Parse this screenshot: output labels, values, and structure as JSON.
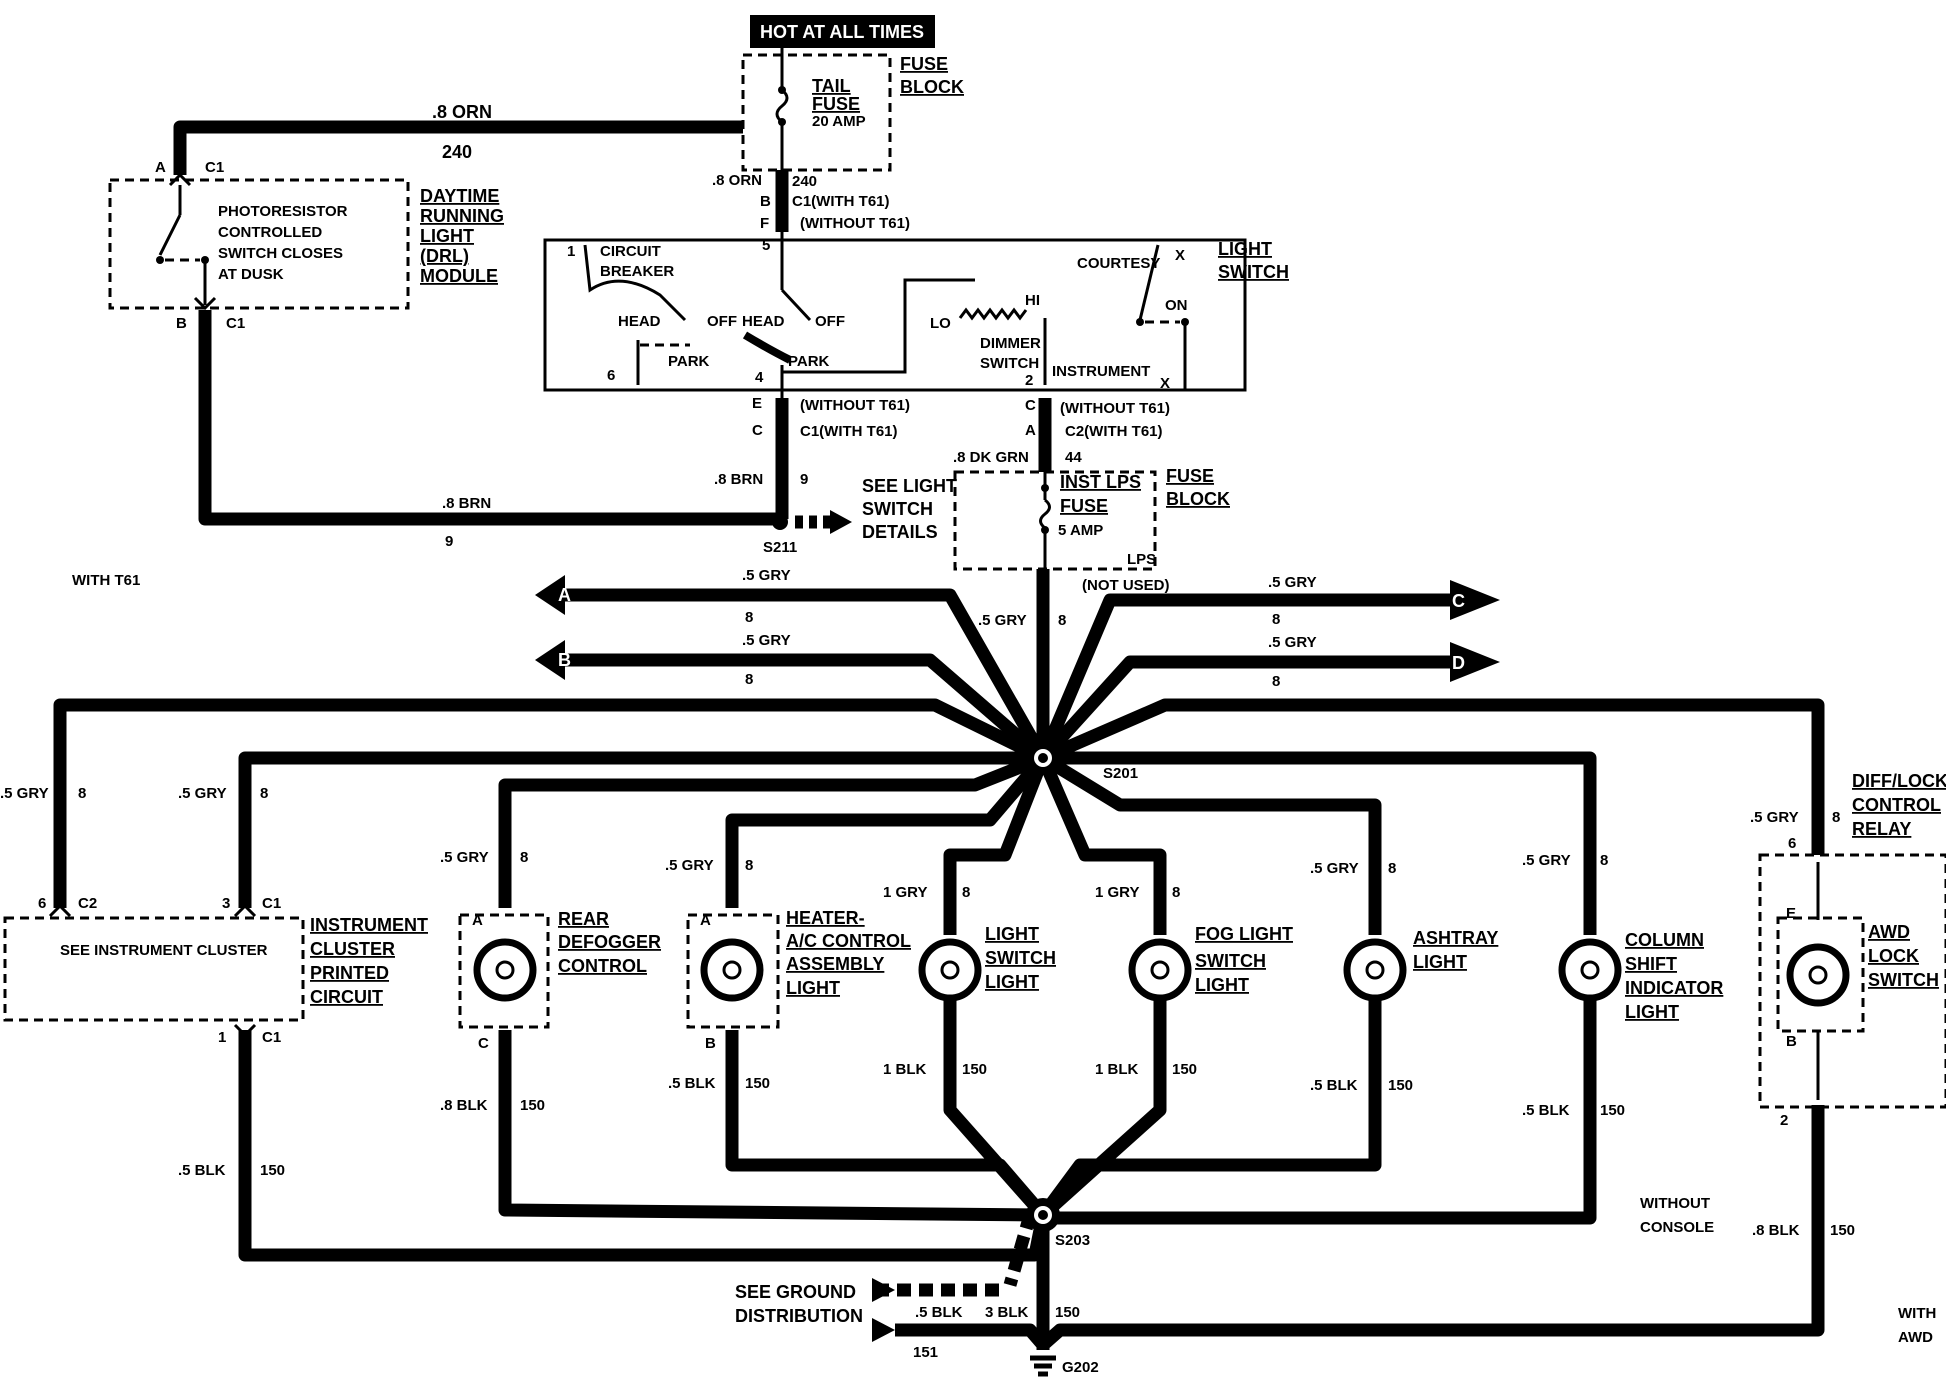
{
  "hot_banner": "HOT AT ALL TIMES",
  "fuse_block_top": {
    "title1": "FUSE",
    "title2": "BLOCK",
    "fuse1": "TAIL",
    "fuse2": "FUSE",
    "amp": "20 AMP"
  },
  "wires": {
    "orn_top": ".8 ORN",
    "ckt_240_top": "240",
    "orn_down": ".8 ORN",
    "ckt_240_down": "240",
    "brn_drl": ".8 BRN",
    "ckt_9_drl": "9",
    "brn_sw": ".8 BRN",
    "ckt_9_sw": "9",
    "dkgrn": ".8 DK GRN",
    "ckt_44": "44",
    "gry_a": ".5 GRY",
    "ckt_8_a": "8",
    "gry_b": ".5 GRY",
    "ckt_8_b": "8",
    "gry_c": ".5 GRY",
    "ckt_8_c": "8",
    "gry_d": ".5 GRY",
    "ckt_8_d": "8",
    "gry_center": ".5 GRY",
    "ckt_8_center": "8",
    "blk_g1": ".5 BLK",
    "blk_g2": "3 BLK",
    "ckt_150_g": "150",
    "ckt_151": "151"
  },
  "connectors": {
    "a": "A",
    "c1": "C1",
    "b": "B",
    "c1_with": "C1(WITH T61)",
    "f": "F",
    "without_t61_top": "(WITHOUT T61)",
    "drl_bottom_pin": "B",
    "drl_bottom_c1": "C1",
    "e": "E",
    "without_e": "(WITHOUT T61)",
    "c": "C",
    "c1_with2": "C1(WITH  T61)",
    "c_r": "C",
    "without_c": "(WITHOUT T61)",
    "a_r": "A",
    "c2_with": "C2(WITH T61)"
  },
  "drl_module": {
    "text": [
      "PHOTORESISTOR",
      "CONTROLLED",
      "SWITCH CLOSES",
      "AT DUSK"
    ],
    "title": [
      "DAYTIME",
      "RUNNING",
      "LIGHT",
      "(DRL)",
      "MODULE"
    ]
  },
  "light_switch": {
    "title": [
      "LIGHT",
      "SWITCH"
    ],
    "circuit_breaker": [
      "CIRCUIT",
      "BREAKER"
    ],
    "head1": "HEAD",
    "off1": "OFF",
    "park1": "PARK",
    "head2": "HEAD",
    "off2": "OFF",
    "park2": "PARK",
    "lo": "LO",
    "hi": "HI",
    "dimmer": [
      "DIMMER",
      "SWITCH"
    ],
    "courtesy": "COURTESY",
    "on": "ON",
    "instrument": "INSTRUMENT",
    "pins": {
      "p1": "1",
      "p5": "5",
      "p6": "6",
      "p4": "4",
      "p2": "2",
      "x1": "X",
      "x2": "X"
    }
  },
  "see_light_switch": [
    "SEE LIGHT",
    "SWITCH",
    "DETAILS"
  ],
  "splices": {
    "s211": "S211",
    "s201": "S201",
    "s203": "S203",
    "g202": "G202"
  },
  "fuse_block_mid": {
    "title1": "FUSE",
    "title2": "BLOCK",
    "fuse1": "INST LPS",
    "fuse2": "FUSE",
    "amp": "5 AMP",
    "lps": "LPS",
    "not_used": "(NOT USED)"
  },
  "with_t61": "WITH T61",
  "arrows": {
    "a": "A",
    "b": "B",
    "c": "C",
    "d": "D"
  },
  "branches": [
    {
      "wire": ".5 GRY",
      "ckt": "8"
    },
    {
      "wire": ".5 GRY",
      "ckt": "8"
    },
    {
      "wire": ".5 GRY",
      "ckt": "8"
    },
    {
      "wire": ".5 GRY",
      "ckt": "8"
    },
    {
      "wire": "1 GRY",
      "ckt": "8"
    },
    {
      "wire": "1 GRY",
      "ckt": "8"
    },
    {
      "wire": ".5 GRY",
      "ckt": "8"
    },
    {
      "wire": ".5 GRY",
      "ckt": "8"
    },
    {
      "wire": ".5 GRY",
      "ckt": "8"
    }
  ],
  "grounds": [
    {
      "wire": ".5 BLK",
      "ckt": "150"
    },
    {
      "wire": ".8 BLK",
      "ckt": "150"
    },
    {
      "wire": ".5 BLK",
      "ckt": "150"
    },
    {
      "wire": "1 BLK",
      "ckt": "150"
    },
    {
      "wire": "1 BLK",
      "ckt": "150"
    },
    {
      "wire": ".5 BLK",
      "ckt": "150"
    },
    {
      "wire": ".5 BLK",
      "ckt": "150"
    },
    {
      "wire": ".8 BLK",
      "ckt": "150"
    }
  ],
  "cluster": {
    "text": "SEE INSTRUMENT CLUSTER",
    "title": [
      "INSTRUMENT",
      "CLUSTER",
      "PRINTED",
      "CIRCUIT"
    ],
    "pin6": "6",
    "c2": "C2",
    "pin3": "3",
    "c1": "C1",
    "pin1": "1",
    "c1b": "C1"
  },
  "components": {
    "rear_defogger": [
      "REAR",
      "DEFOGGER",
      "CONTROL"
    ],
    "heater": [
      "HEATER-",
      "A/C CONTROL",
      "ASSEMBLY",
      "LIGHT"
    ],
    "light_switch_light": [
      "LIGHT",
      "SWITCH",
      "LIGHT"
    ],
    "fog_light": [
      "FOG LIGHT",
      "SWITCH",
      "LIGHT"
    ],
    "ashtray": [
      "ASHTRAY",
      "LIGHT"
    ],
    "column_shift": [
      "COLUMN",
      "SHIFT",
      "INDICATOR",
      "LIGHT"
    ],
    "relay": [
      "DIFF/LOCK",
      "CONTROL",
      "RELAY"
    ],
    "awd_switch": [
      "AWD",
      "LOCK",
      "SWITCH"
    ]
  },
  "pins": {
    "rd_a": "A",
    "rd_c": "C",
    "ht_a": "A",
    "ht_b": "B",
    "rl_6": "6",
    "rl_e": "E",
    "rl_b": "B",
    "rl_2": "2"
  },
  "see_ground": [
    "SEE GROUND",
    "DISTRIBUTION"
  ],
  "without_console": [
    "WITHOUT",
    "CONSOLE"
  ],
  "with_awd": [
    "WITH",
    "AWD"
  ]
}
